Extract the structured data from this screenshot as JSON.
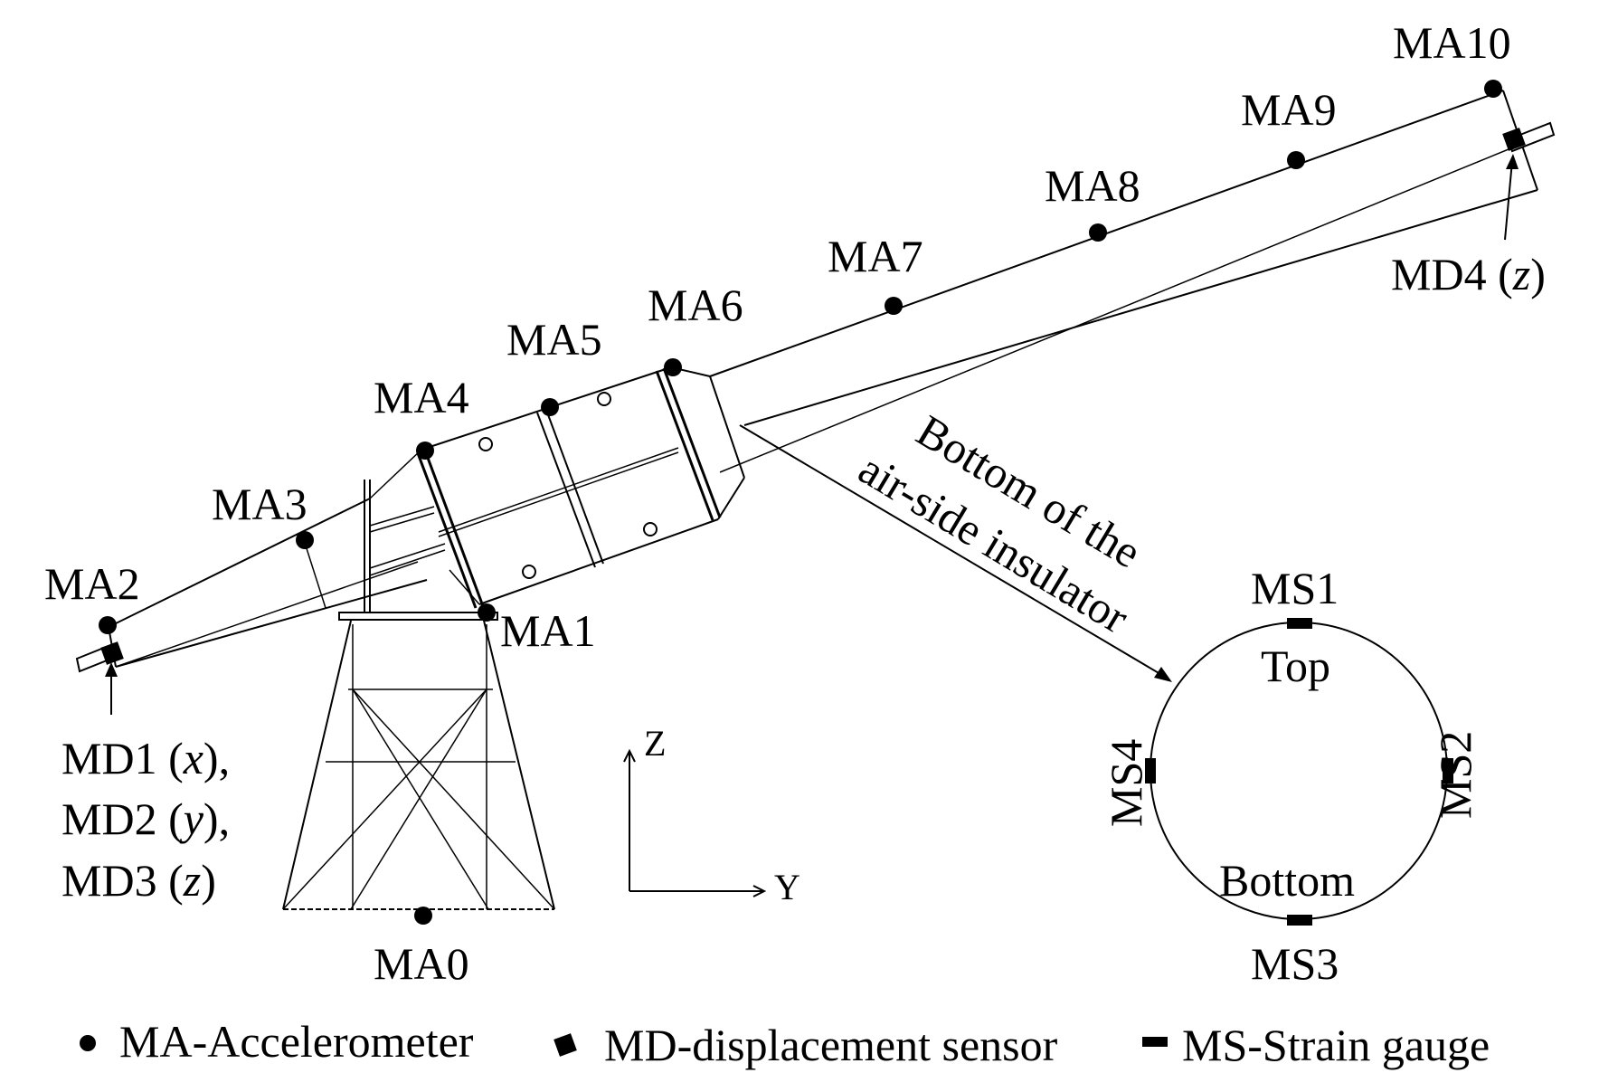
{
  "accelerometers": [
    {
      "id": "MA0",
      "label": "MA0"
    },
    {
      "id": "MA1",
      "label": "MA1"
    },
    {
      "id": "MA2",
      "label": "MA2"
    },
    {
      "id": "MA3",
      "label": "MA3"
    },
    {
      "id": "MA4",
      "label": "MA4"
    },
    {
      "id": "MA5",
      "label": "MA5"
    },
    {
      "id": "MA6",
      "label": "MA6"
    },
    {
      "id": "MA7",
      "label": "MA7"
    },
    {
      "id": "MA8",
      "label": "MA8"
    },
    {
      "id": "MA9",
      "label": "MA9"
    },
    {
      "id": "MA10",
      "label": "MA10"
    }
  ],
  "displacement_sensors": {
    "left": [
      "MD1 (",
      "x",
      "),",
      "MD2 (",
      "y",
      "),",
      "MD3 (",
      "z",
      ")"
    ],
    "right": [
      "MD4 (",
      "z",
      ")"
    ]
  },
  "insulator_note": {
    "line1": "Bottom of the",
    "line2": "air-side insulator"
  },
  "cross_section": {
    "top": "Top",
    "bottom": "Bottom",
    "gauges": [
      "MS1",
      "MS2",
      "MS3",
      "MS4"
    ]
  },
  "axes": {
    "z": "Z",
    "y": "Y"
  },
  "legend": {
    "accelerometer": "MA-Accelerometer",
    "displacement": "MD-displacement sensor",
    "strain": "MS-Strain gauge"
  },
  "colors": {
    "ink": "#000000",
    "background": "#ffffff"
  }
}
